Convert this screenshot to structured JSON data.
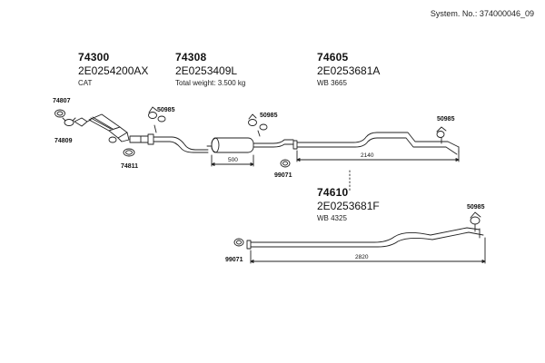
{
  "header": {
    "system_no": "System. No.: 374000046_09"
  },
  "parts": [
    {
      "id": "74300",
      "code": "2E0254200AX",
      "note": "CAT"
    },
    {
      "id": "74308",
      "code": "2E0253409L",
      "note": "Total weight: 3.500 kg"
    },
    {
      "id": "74605",
      "code": "2E0253681A",
      "note": "WB 3665"
    },
    {
      "id": "74610",
      "code": "2E0253681F",
      "note": "WB 4325"
    }
  ],
  "components": {
    "c74807": "74807",
    "c74809": "74809",
    "c74811": "74811",
    "c50985_a": "50985",
    "c50985_b": "50985",
    "c50985_c": "50985",
    "c50985_d": "50985",
    "c99071_a": "99071",
    "c99071_b": "99071"
  },
  "dimensions": {
    "d500": "500",
    "d2140": "2140",
    "d2820": "2820"
  }
}
